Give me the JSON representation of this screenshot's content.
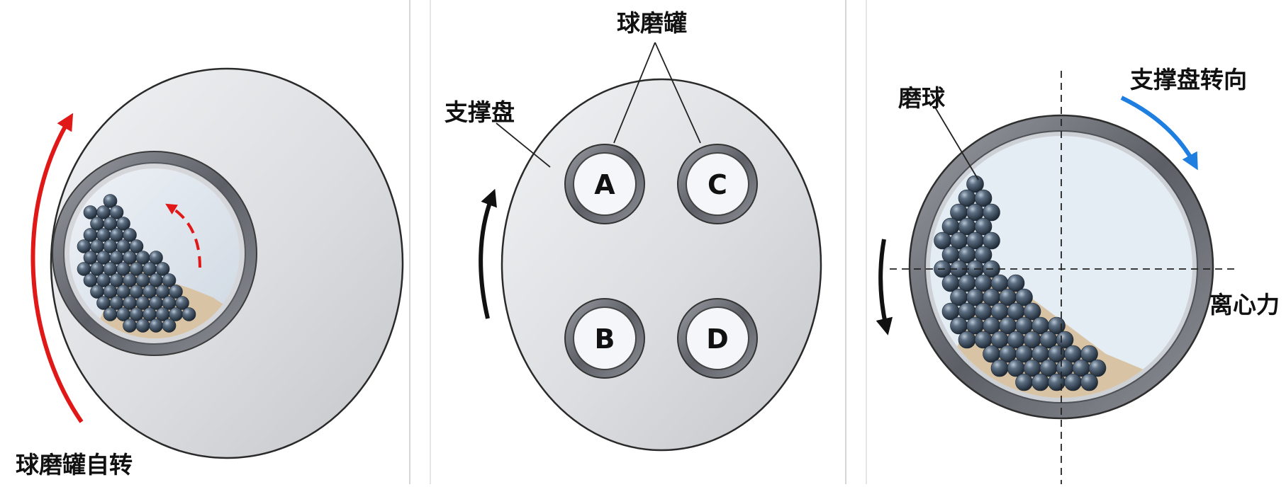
{
  "panel1": {
    "label": "球磨罐自转",
    "colors": {
      "arrow": "#e01818",
      "disc": "#d9dadc",
      "ball": "#4a5a6c",
      "powder": "#d8c4a4"
    }
  },
  "panel2": {
    "disc_label": "支撑盘",
    "jar_label": "球磨罐",
    "jars": [
      {
        "letter": "A"
      },
      {
        "letter": "C"
      },
      {
        "letter": "B"
      },
      {
        "letter": "D"
      }
    ],
    "colors": {
      "arrow": "#111111"
    }
  },
  "panel3": {
    "ball_label": "磨球",
    "rotation_label": "支撑盘转向",
    "force_label": "离心力",
    "colors": {
      "arrow_blue": "#1e7fe0",
      "arrow_black": "#111111",
      "jar_fill": "#e4ecf4"
    }
  }
}
